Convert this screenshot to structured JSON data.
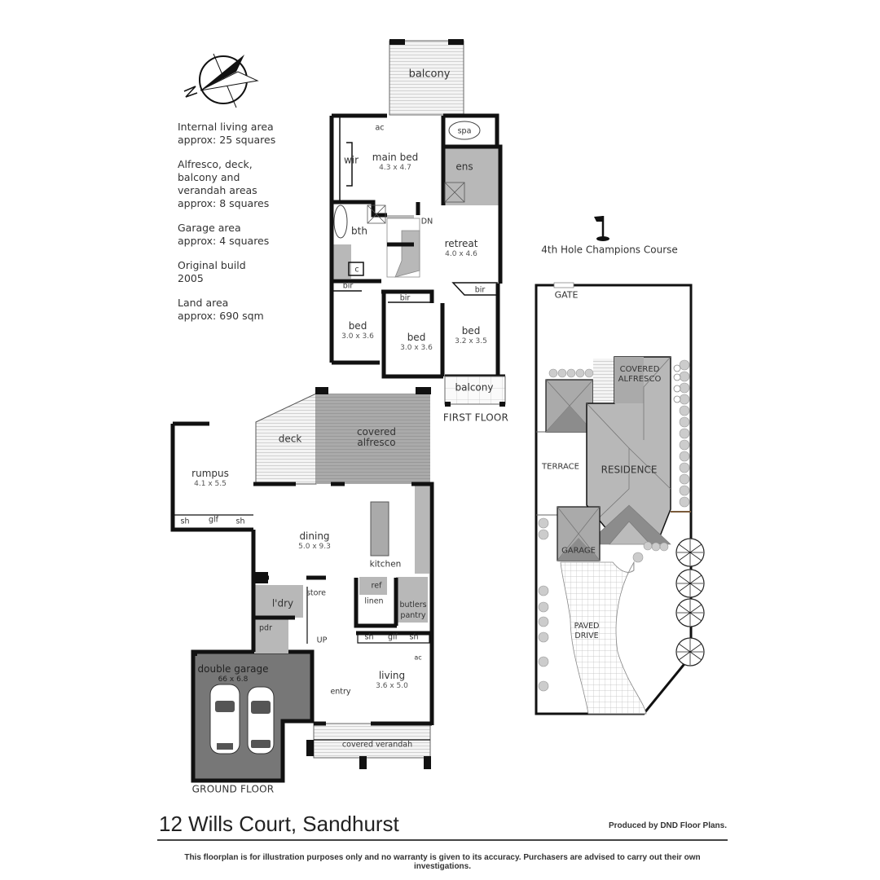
{
  "compass": {
    "icon": "compass-north-arrow-icon",
    "north_label": "N"
  },
  "info_block": [
    "Internal living area\napprox: 25 squares",
    "Alfresco, deck,\nbalcony and\nverandah areas\napprox: 8 squares",
    "Garage area\napprox: 4 squares",
    "Original build\n2005",
    "Land area\napprox: 690 sqm"
  ],
  "first_floor": {
    "caption": "FIRST FLOOR",
    "rooms": {
      "balcony_top": {
        "name": "balcony"
      },
      "main_bed": {
        "name": "main bed",
        "size": "4.3 x 4.7"
      },
      "ac": {
        "name": "ac"
      },
      "wir": {
        "name": "wir"
      },
      "spa": {
        "name": "spa"
      },
      "ens": {
        "name": "ens"
      },
      "bth": {
        "name": "bth"
      },
      "dn": {
        "name": "DN"
      },
      "retreat": {
        "name": "retreat",
        "size": "4.0 x 4.6"
      },
      "c": {
        "name": "c"
      },
      "bir1": {
        "name": "bir"
      },
      "bir2": {
        "name": "bir"
      },
      "bir3": {
        "name": "bir"
      },
      "bed1": {
        "name": "bed",
        "size": "3.0 x 3.6"
      },
      "bed2": {
        "name": "bed",
        "size": "3.0 x 3.6"
      },
      "bed3": {
        "name": "bed",
        "size": "3.2 x 3.5"
      },
      "balcony_small": {
        "name": "balcony"
      }
    }
  },
  "ground_floor": {
    "caption": "GROUND FLOOR",
    "rooms": {
      "deck": {
        "name": "deck"
      },
      "covered_alfresco": {
        "name": "covered\nalfresco"
      },
      "rumpus": {
        "name": "rumpus",
        "size": "4.1 x 5.5"
      },
      "sh1": {
        "name": "sh"
      },
      "glf1": {
        "name": "glf"
      },
      "sh2": {
        "name": "sh"
      },
      "dining": {
        "name": "dining",
        "size": "5.0 x 9.3"
      },
      "kitchen": {
        "name": "kitchen"
      },
      "ref": {
        "name": "ref"
      },
      "linen": {
        "name": "linen"
      },
      "butlers_pantry": {
        "name": "butlers\npantry"
      },
      "store": {
        "name": "store"
      },
      "ldry": {
        "name": "l'dry"
      },
      "pdr": {
        "name": "pdr"
      },
      "up": {
        "name": "UP"
      },
      "sh3": {
        "name": "sh"
      },
      "glf2": {
        "name": "glf"
      },
      "sh4": {
        "name": "sh"
      },
      "ac": {
        "name": "ac"
      },
      "living": {
        "name": "living",
        "size": "3.6 x 5.0"
      },
      "entry": {
        "name": "entry"
      },
      "double_garage": {
        "name": "double garage",
        "size": "66 x 6.8"
      },
      "covered_verandah": {
        "name": "covered verandah"
      }
    }
  },
  "site_plan": {
    "golf_label": "4th Hole Champions Course",
    "golf_icon": "golf-flag-icon",
    "gate": "GATE",
    "covered_alfresco": "COVERED\nALFRESCO",
    "terrace": "TERRACE",
    "residence": "RESIDENCE",
    "garage": "GARAGE",
    "paved_drive": "PAVED\nDRIVE"
  },
  "footer": {
    "address": "12 Wills Court, Sandhurst",
    "producer": "Produced by DND Floor Plans.",
    "disclaimer": "This floorplan is for illustration purposes only and no warranty is given to its accuracy. Purchasers are advised to carry out their own investigations."
  },
  "colors": {
    "wall": "#111111",
    "wet_area": "#b8b8b8",
    "garage_fill": "#777777",
    "alfresco_fill": "#a9a9a9",
    "roof_light": "#c8c8c8",
    "roof_mid": "#a8a8a8",
    "roof_dark": "#8c8c8c"
  }
}
